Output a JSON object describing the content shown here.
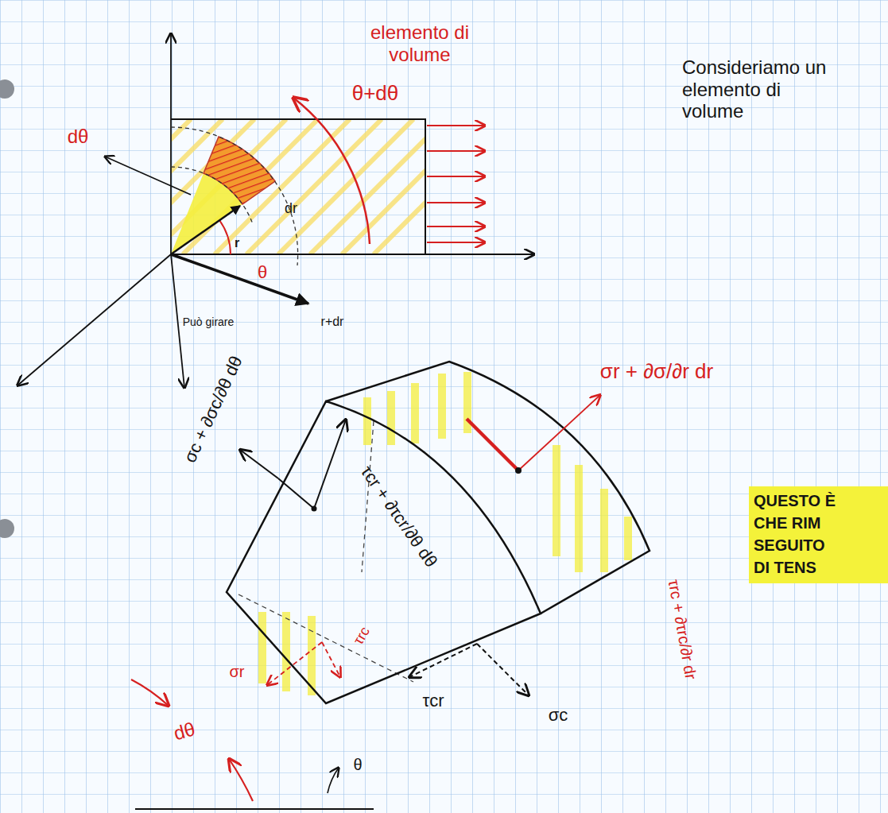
{
  "diagram": {
    "labels": [
      "elemento di volume",
      "θ+dθ",
      "dθ",
      "Consideriamo un elemento di volume",
      "dr",
      "r",
      "θ",
      "Può girare",
      "r+dr",
      "σr + ∂σ/∂r dr",
      "σc + ∂σc/∂θ dθ",
      "τcr + ∂τcr/∂θ dθ",
      "QUESTO È",
      "CHE RIM",
      "SEGUITO",
      "DI TENS",
      "τrc + ∂τrc/∂r dr",
      "σr",
      "τrc",
      "τcr",
      "σc",
      "dθ",
      "θ"
    ]
  }
}
